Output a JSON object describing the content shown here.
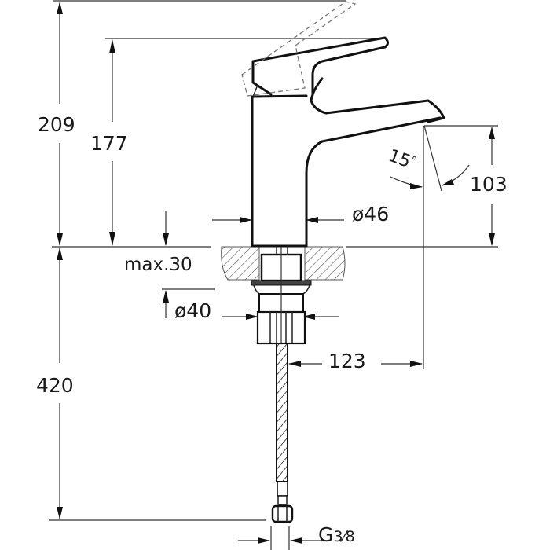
{
  "drawing": {
    "title": "Basin mixer dimension drawing",
    "colors": {
      "line": "#111111",
      "dimension": "#333333",
      "hatch": "#555555",
      "background": "#ffffff"
    }
  },
  "dimensions": {
    "total_height": "209",
    "lever_height": "177",
    "spout_height": "103",
    "body_diameter": "ø46",
    "spout_angle_value": "15",
    "spout_angle_unit": "°",
    "max_counter_thickness": "max.30",
    "shank_diameter": "ø40",
    "spout_reach": "123",
    "hose_length": "420",
    "connection_thread_prefix": "G",
    "connection_thread_fraction": "3⁄8"
  }
}
